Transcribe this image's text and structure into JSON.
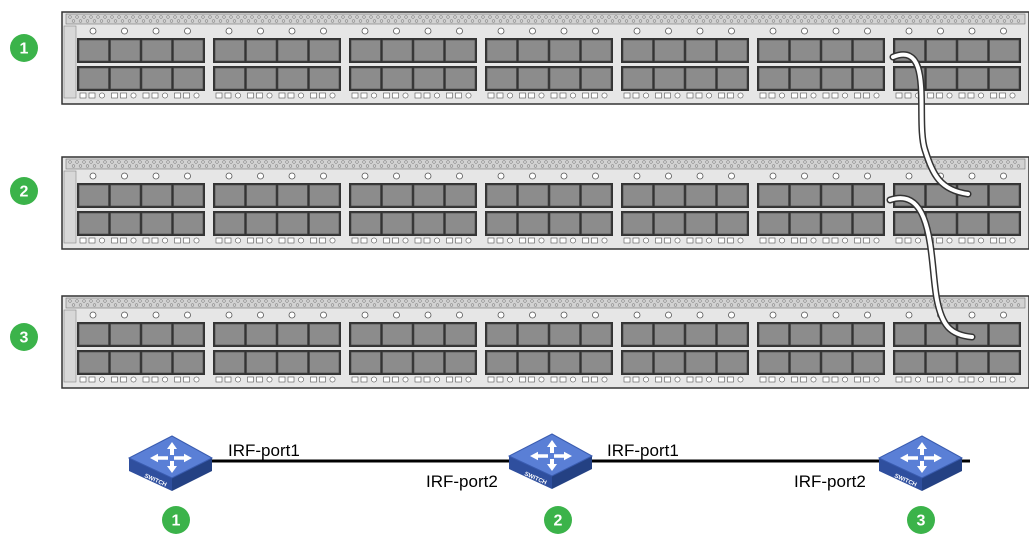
{
  "colors": {
    "badge_green": "#3bb34a",
    "chassis_fill": "#e6e6e6",
    "chassis_stroke": "#333333",
    "port_fill": "#8c8c8c",
    "cable_color": "#333333",
    "switch_top": "#5a7fd6",
    "switch_side": "#2f4f9e",
    "link_line": "#000000"
  },
  "devices": [
    {
      "number": "1",
      "icon": "switch-icon",
      "label": "SWITCH"
    },
    {
      "number": "2",
      "icon": "switch-icon",
      "label": "SWITCH"
    },
    {
      "number": "3",
      "icon": "switch-icon",
      "label": "SWITCH"
    }
  ],
  "chassis_rows": [
    {
      "number": "1"
    },
    {
      "number": "2"
    },
    {
      "number": "3"
    }
  ],
  "port_labels": [
    {
      "text": "IRF-port1"
    },
    {
      "text": "IRF-port2"
    },
    {
      "text": "IRF-port1"
    },
    {
      "text": "IRF-port2"
    }
  ]
}
